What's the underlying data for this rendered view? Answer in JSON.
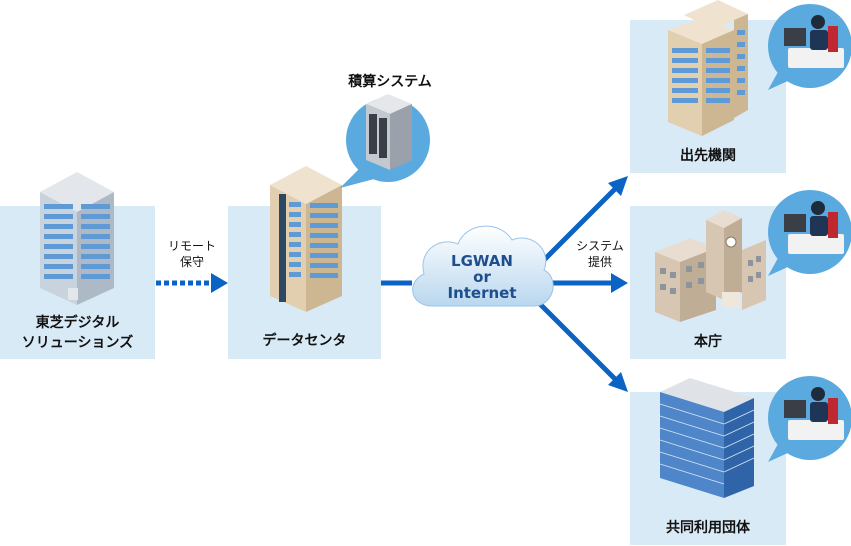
{
  "nodes": {
    "toshiba": {
      "line1": "東芝デジタル",
      "line2": "ソリューションズ"
    },
    "datacenter": {
      "label": "データセンタ"
    },
    "estimation": {
      "label": "積算システム"
    },
    "branch": {
      "label": "出先機関"
    },
    "head_office": {
      "label": "本庁"
    },
    "shared": {
      "label": "共同利用団体"
    }
  },
  "edges": {
    "remote": {
      "line1": "リモート",
      "line2": "保守"
    },
    "service": {
      "line1": "システム",
      "line2": "提供"
    }
  },
  "network": {
    "line1": "LGWAN",
    "line2": "or",
    "line3": "Internet"
  },
  "colors": {
    "box": "#d9eaf7",
    "arrow": "#0b63c4",
    "bubble": "#5aaae0"
  }
}
